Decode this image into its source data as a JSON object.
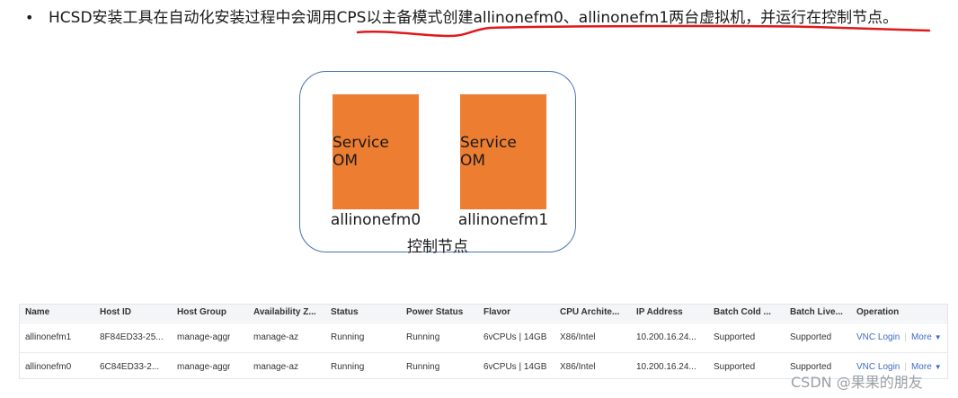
{
  "bullet": {
    "dot": "•",
    "text": "HCSD安装工具在自动化安装过程中会调用CPS以主备模式创建allinonefm0、allinonefm1两台虚拟机，并运行在控制节点。"
  },
  "diagram": {
    "vm_boxes": [
      {
        "title": "Service OM",
        "name": "allinonefm0"
      },
      {
        "title": "Service OM",
        "name": "allinonefm1"
      }
    ],
    "node_label": "控制节点",
    "box_color": "#ed7d31",
    "border_color": "#4a73b0"
  },
  "table": {
    "columns": [
      "Name",
      "Host ID",
      "Host Group",
      "Availability Z...",
      "Status",
      "Power Status",
      "Flavor",
      "CPU Archite...",
      "IP Address",
      "Batch Cold ...",
      "Batch Live...",
      "Operation"
    ],
    "rows": [
      {
        "name": "allinonefm1",
        "host_id": "8F84ED33-25...",
        "host_group": "manage-aggr",
        "availability_zone": "manage-az",
        "status": "Running",
        "power_status": "Running",
        "flavor": "6vCPUs | 14GB",
        "cpu_arch": "X86/Intel",
        "ip": "10.200.16.24...",
        "batch_cold": "Supported",
        "batch_live": "Supported",
        "op_vnc": "VNC Login",
        "op_more": "More"
      },
      {
        "name": "allinonefm0",
        "host_id": "6C84ED33-2...",
        "host_group": "manage-aggr",
        "availability_zone": "manage-az",
        "status": "Running",
        "power_status": "Running",
        "flavor": "6vCPUs | 14GB",
        "cpu_arch": "X86/Intel",
        "ip": "10.200.16.24...",
        "batch_cold": "Supported",
        "batch_live": "Supported",
        "op_vnc": "VNC Login",
        "op_more": "More"
      }
    ],
    "link_color": "#3f6cc2"
  },
  "watermark": "CSDN @果果的朋友",
  "annotation_color": "#e0191b"
}
